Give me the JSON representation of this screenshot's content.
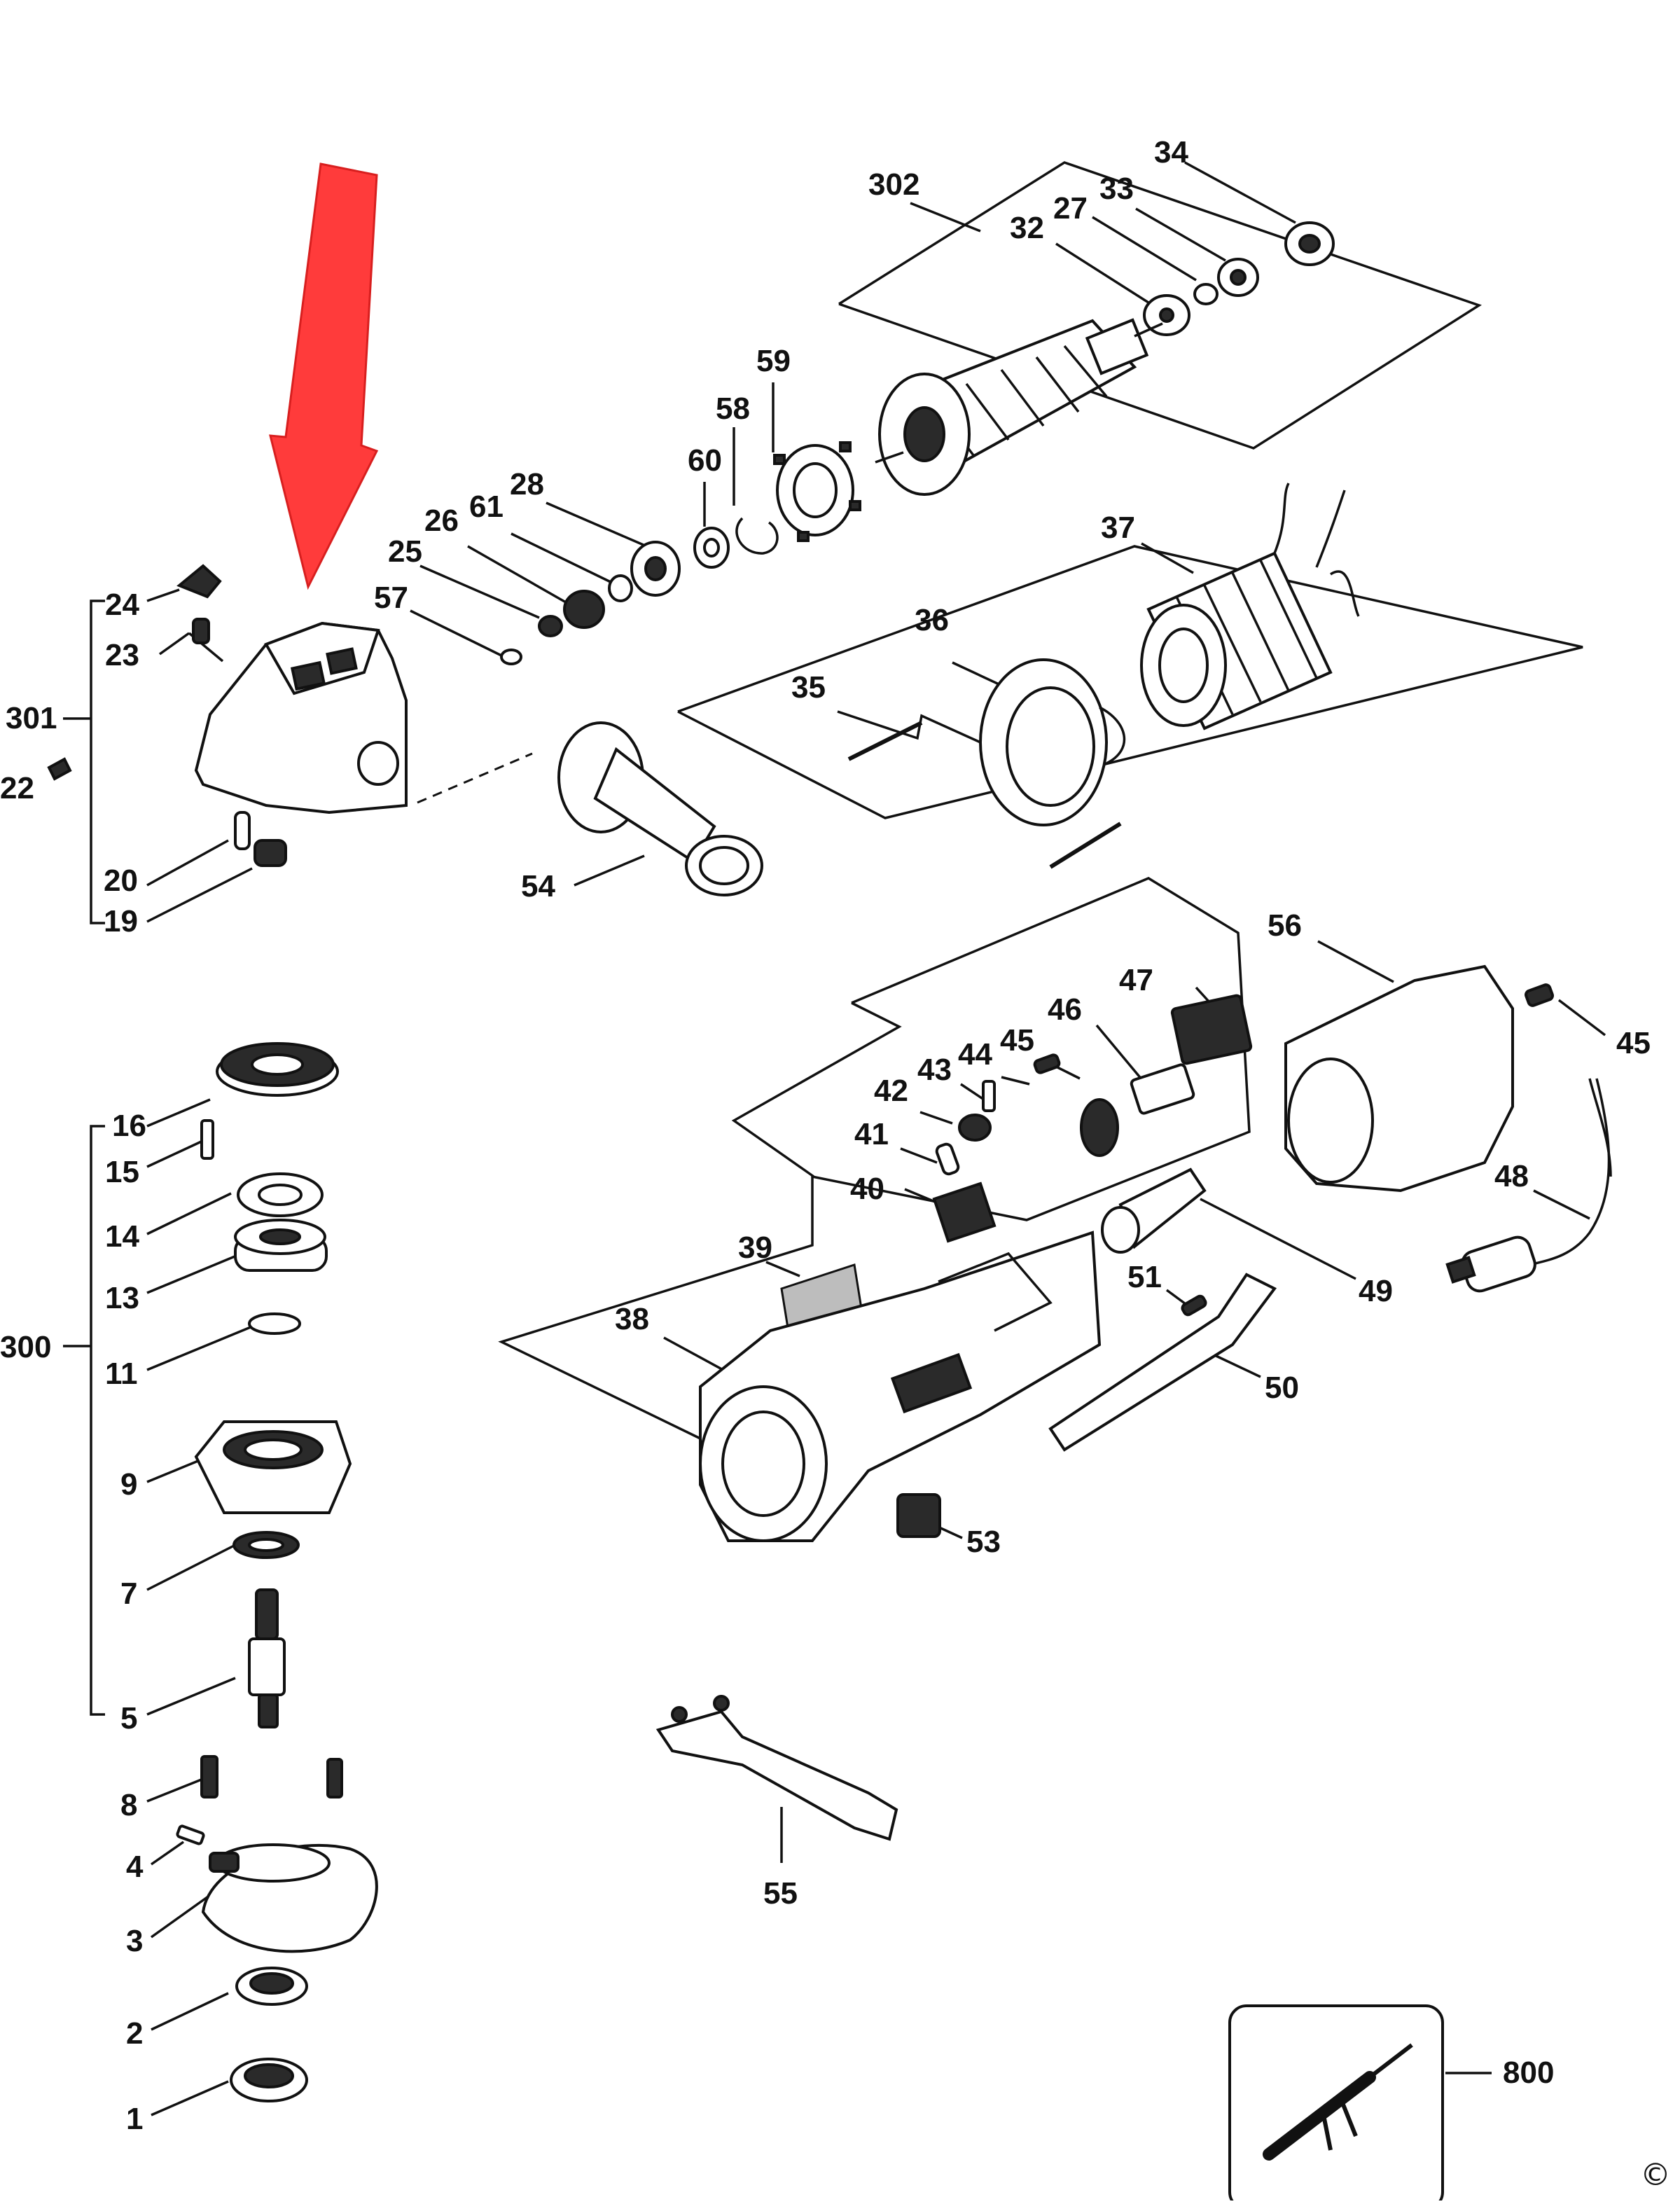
{
  "diagram": {
    "part_labels": {
      "p302": "302",
      "p34": "34",
      "p33": "33",
      "p27": "27",
      "p32": "32",
      "p59": "59",
      "p58": "58",
      "p60": "60",
      "p28": "28",
      "p61": "61",
      "p26": "26",
      "p25": "25",
      "p57": "57",
      "p37": "37",
      "p36": "36",
      "p35": "35",
      "p24": "24",
      "p23": "23",
      "p301": "301",
      "p22": "22",
      "p20": "20",
      "p19": "19",
      "p54": "54",
      "p56": "56",
      "p47": "47",
      "p46": "46",
      "p45a": "45",
      "p45b": "45",
      "p43": "43",
      "p44": "44",
      "p42": "42",
      "p41": "41",
      "p40": "40",
      "p48": "48",
      "p39": "39",
      "p38": "38",
      "p49": "49",
      "p51": "51",
      "p50": "50",
      "p53": "53",
      "p16": "16",
      "p15": "15",
      "p14": "14",
      "p13": "13",
      "p300": "300",
      "p11": "11",
      "p9": "9",
      "p7": "7",
      "p5": "5",
      "p8": "8",
      "p4": "4",
      "p3": "3",
      "p55": "55",
      "p2": "2",
      "p1": "1",
      "p800": "800"
    },
    "copyright_symbol": "©",
    "indicator_arrow_color": "#ff3b3b"
  }
}
